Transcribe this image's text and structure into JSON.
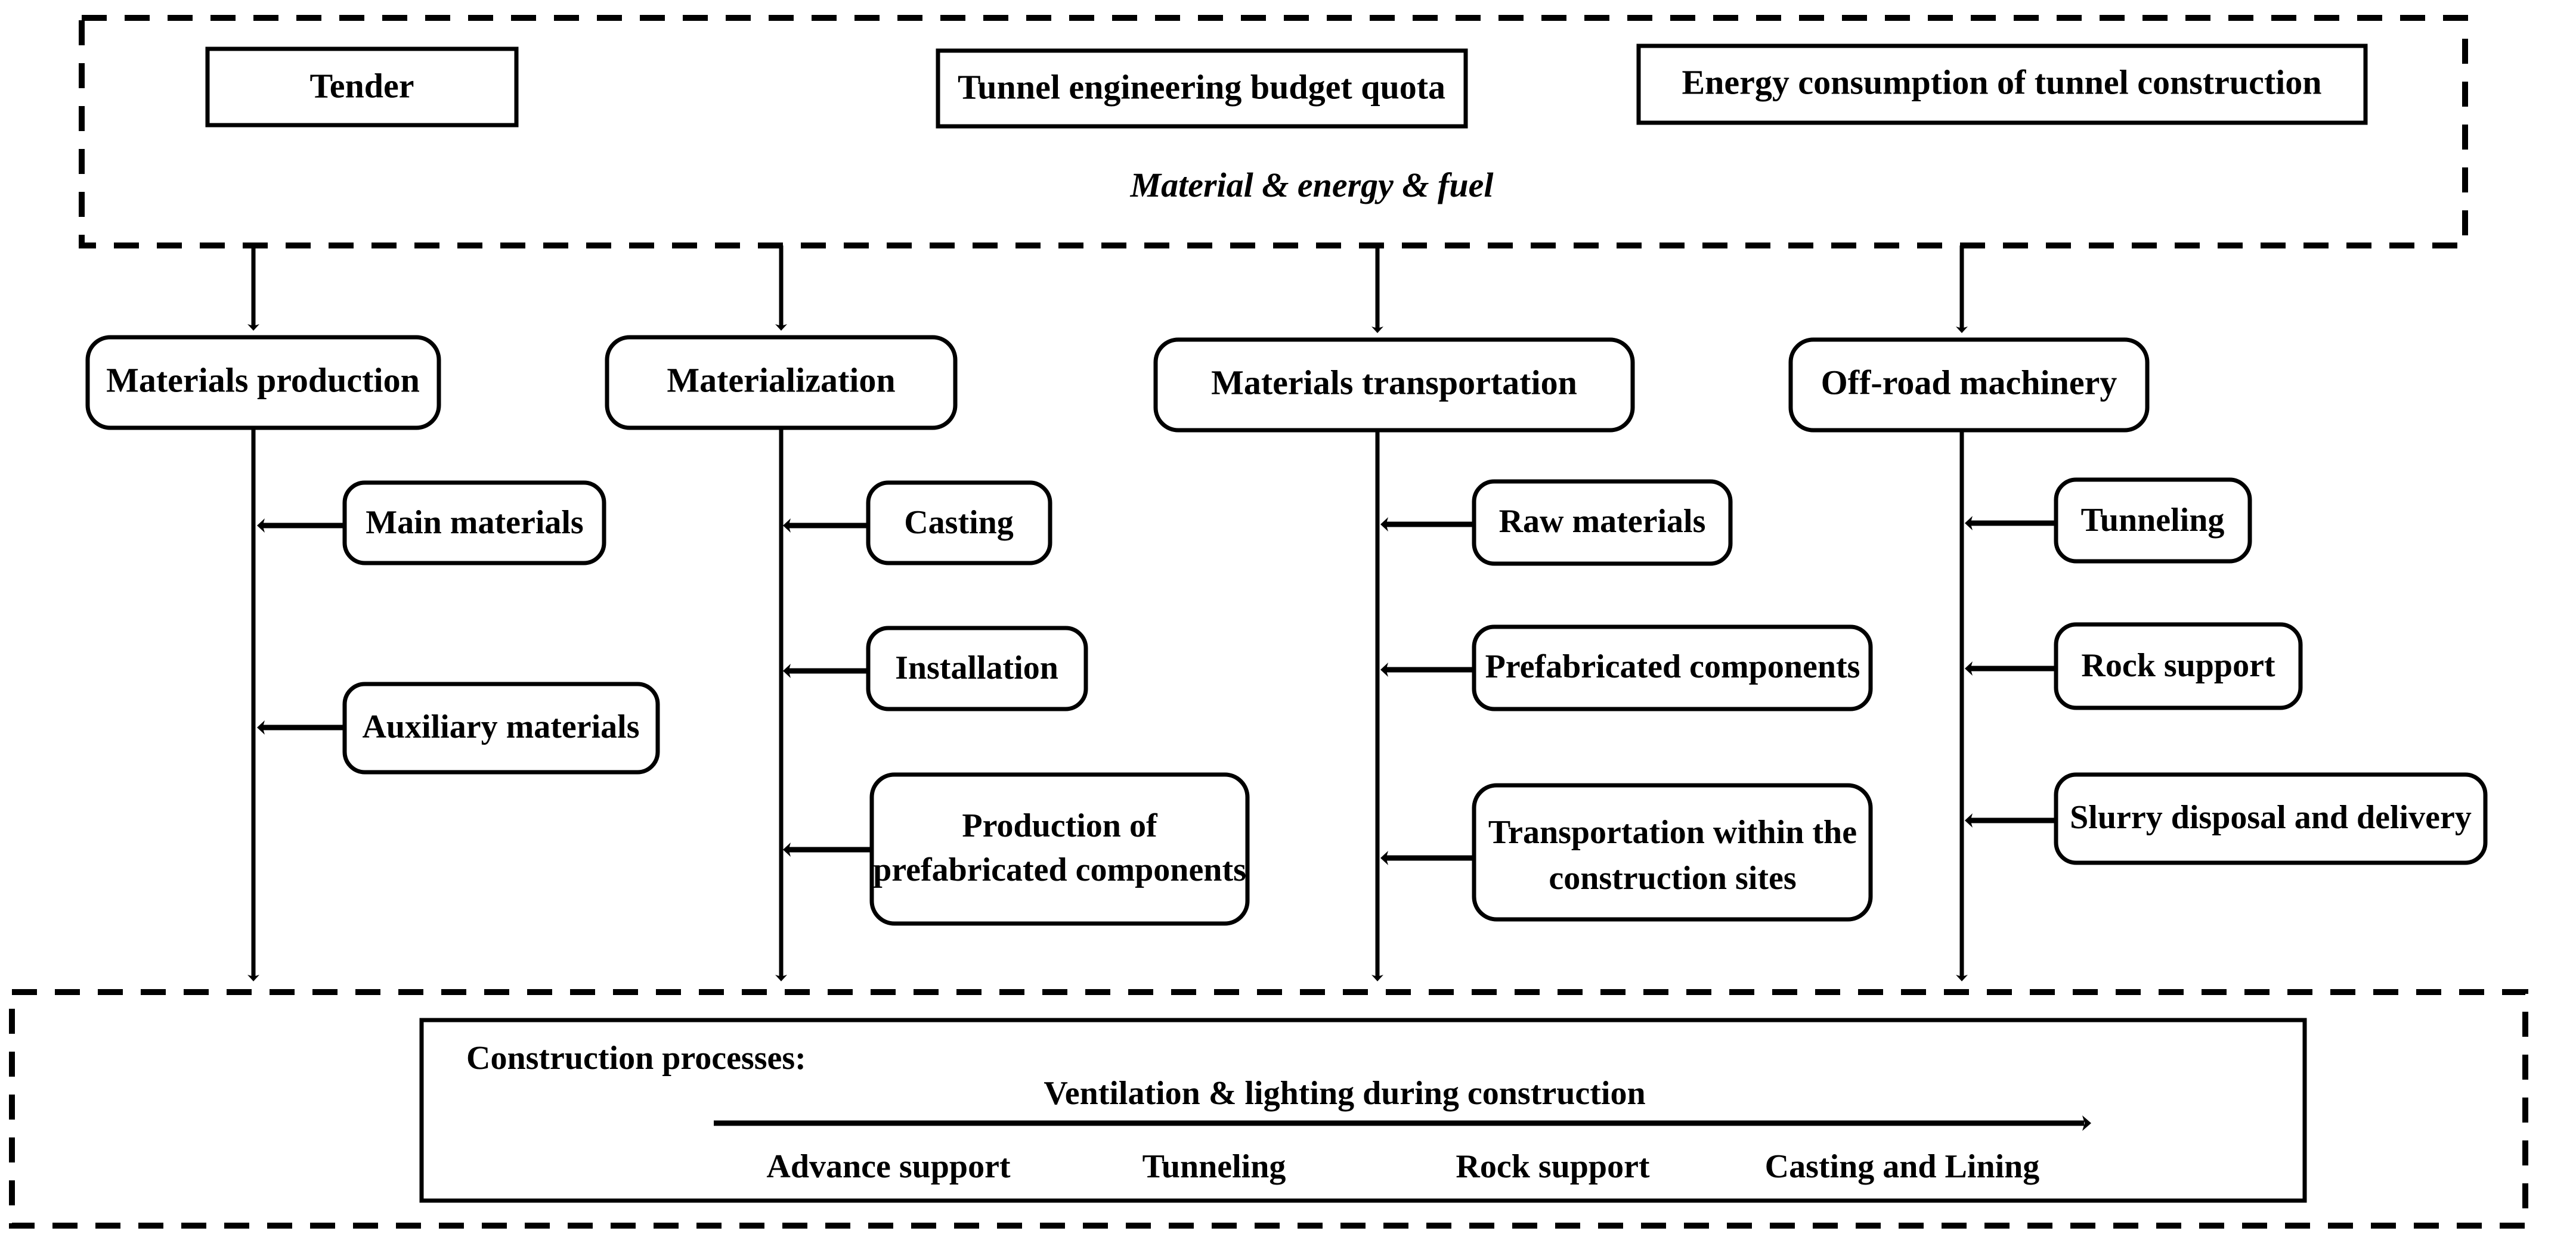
{
  "diagram": {
    "title": "Tunnel construction energy and material flow framework",
    "top_group": {
      "name": "data-sources-group",
      "boxes": [
        {
          "id": "tender",
          "label": "Tender"
        },
        {
          "id": "budget-quota",
          "label": "Tunnel engineering budget quota"
        },
        {
          "id": "energy-consumption",
          "label": "Energy consumption of tunnel construction"
        }
      ],
      "flow_label": "Material & energy & fuel"
    },
    "stage_boxes": [
      {
        "id": "materials-production",
        "label": "Materials production"
      },
      {
        "id": "materialization",
        "label": "Materialization"
      },
      {
        "id": "materials-transportation",
        "label": "Materials transportation"
      },
      {
        "id": "off-road-machinery",
        "label": "Off-road machinery"
      }
    ],
    "sub_boxes": {
      "materials_production": [
        {
          "id": "main-materials",
          "label": "Main materials"
        },
        {
          "id": "auxiliary-materials",
          "label": "Auxiliary materials"
        }
      ],
      "materialization": [
        {
          "id": "casting",
          "label": "Casting"
        },
        {
          "id": "installation",
          "label": "Installation"
        },
        {
          "id": "production-of-prefabricated-components",
          "label_line1": "Production of",
          "label_line2": "prefabricated components"
        }
      ],
      "materials_transportation": [
        {
          "id": "raw-materials",
          "label": "Raw materials"
        },
        {
          "id": "prefabricated-components",
          "label": "Prefabricated components"
        },
        {
          "id": "transportation-within-the-construction-sites",
          "label_line1": "Transportation within the",
          "label_line2": "construction sites"
        }
      ],
      "off_road_machinery": [
        {
          "id": "tunneling",
          "label": "Tunneling"
        },
        {
          "id": "rock-support",
          "label": "Rock support"
        },
        {
          "id": "slurry-disposal-and-delivery",
          "label": "Slurry disposal and delivery"
        }
      ]
    },
    "bottom_group": {
      "name": "construction-processes-group",
      "heading": "Construction processes:",
      "overhead_label": "Ventilation & lighting during construction",
      "process_steps": [
        {
          "id": "advance-support",
          "label": "Advance support"
        },
        {
          "id": "tunneling-step",
          "label": "Tunneling"
        },
        {
          "id": "rock-support-step",
          "label": "Rock support"
        },
        {
          "id": "casting-and-lining-step",
          "label": "Casting and Lining"
        }
      ]
    },
    "colors": {
      "stroke": "#000000",
      "fill": "#ffffff",
      "background": "#ffffff"
    }
  }
}
